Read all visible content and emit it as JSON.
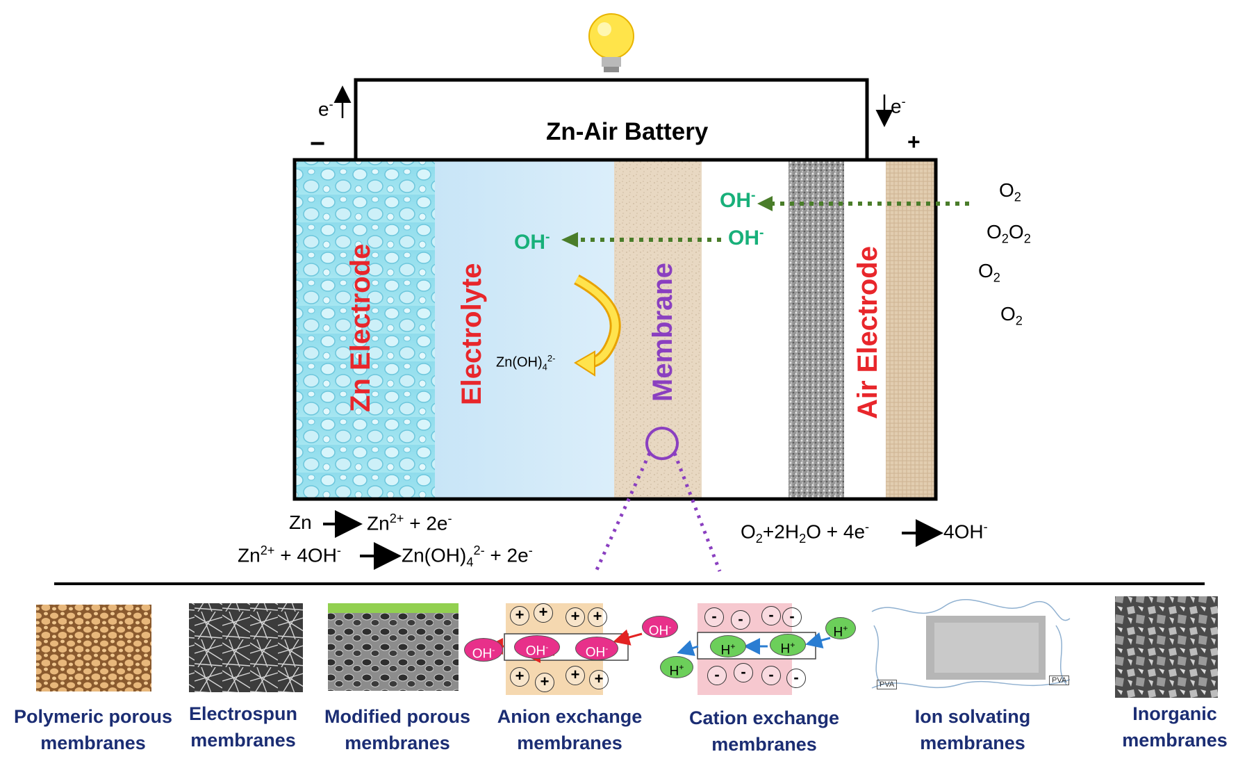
{
  "battery_title": "Zn-Air Battery",
  "terminals": {
    "minus": "−",
    "plus": "+",
    "electron_left": "e",
    "electron_right": "e",
    "electron_sup": "-"
  },
  "layers": {
    "zn_electrode": "Zn Electrode",
    "electrolyte": "Electrolyte",
    "membrane": "Membrane",
    "air_electrode": "Air Electrode"
  },
  "ions": {
    "oh": "OH",
    "oh_sup": "-",
    "zincate": "Zn(OH)",
    "zincate_sub": "4",
    "zincate_sup": "2-"
  },
  "oxygen": {
    "o": "O",
    "sub": "2"
  },
  "anode_reactions": {
    "r1_left": "Zn",
    "r1_right": "Zn",
    "r1_right_sup": "2+",
    "r1_tail": " + 2e",
    "r1_tail_sup": "-",
    "r2_left": "Zn",
    "r2_left_sup": "2+",
    "r2_mid": " + 4OH",
    "r2_mid_sup": "-",
    "r2_right": "Zn(OH)",
    "r2_right_sub": "4",
    "r2_right_sup": "2-",
    "r2_tail": " + 2e",
    "r2_tail_sup": "-"
  },
  "cathode_reaction": {
    "left_a": "O",
    "left_a_sub": "2",
    "left_b": "+2H",
    "left_b_sub": "2",
    "left_c": "O + 4e",
    "left_c_sup": "-",
    "right": "4OH",
    "right_sup": "-"
  },
  "membrane_types": [
    {
      "line1": "Polymeric porous",
      "line2": "membranes"
    },
    {
      "line1": "Electrospun",
      "line2": "membranes"
    },
    {
      "line1": "Modified porous",
      "line2": "membranes"
    },
    {
      "line1": "Anion exchange",
      "line2": "membranes"
    },
    {
      "line1": "Cation exchange",
      "line2": "membranes"
    },
    {
      "line1": "Ion solvating",
      "line2": "membranes"
    },
    {
      "line1": "Inorganic",
      "line2": "membranes"
    }
  ],
  "anion_panel": {
    "ion": "OH",
    "ion_sup": "-",
    "charge": "+"
  },
  "cation_panel": {
    "ion": "H",
    "ion_sup": "+",
    "charge": "-"
  },
  "ion_solvating_tags": [
    "PVA",
    "PVA"
  ],
  "colors": {
    "layer_label": "#e8262b",
    "oh_label": "#18b07a",
    "arrow_green": "#4a7d2a",
    "caption": "#1b2d73",
    "membrane_circle": "#8a3fc0",
    "anion_ion": "#e8308a",
    "cation_ion": "#6ccf5a"
  }
}
